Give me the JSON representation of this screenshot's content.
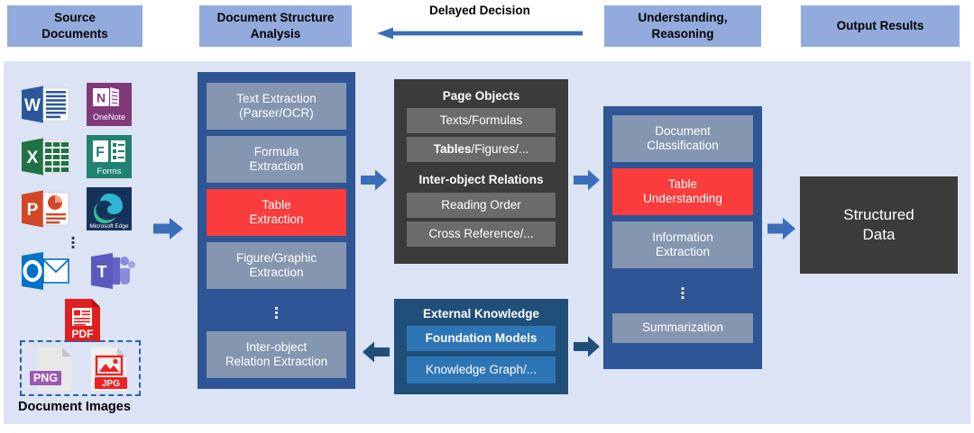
{
  "header": {
    "boxes": [
      {
        "id": "source-documents",
        "label": "Source\nDocuments",
        "line1": "Source",
        "line2": "Documents"
      },
      {
        "id": "document-structure-analysis",
        "line1": "Document Structure",
        "line2": "Analysis"
      },
      {
        "id": "understanding-reasoning",
        "line1": "Understanding,",
        "line2": "Reasoning"
      },
      {
        "id": "output-results",
        "line1": "Output Results",
        "line2": ""
      }
    ],
    "delayed_decision_label": "Delayed Decision"
  },
  "source_documents": {
    "icons": [
      {
        "name": "word-icon",
        "label": ""
      },
      {
        "name": "onenote-icon",
        "label": "OneNote"
      },
      {
        "name": "excel-icon",
        "label": ""
      },
      {
        "name": "forms-icon",
        "label": "Forms"
      },
      {
        "name": "powerpoint-icon",
        "label": ""
      },
      {
        "name": "edge-icon",
        "label": "Microsoft Edge"
      },
      {
        "name": "outlook-icon",
        "label": ""
      },
      {
        "name": "teams-icon",
        "label": ""
      },
      {
        "name": "pdf-icon",
        "label": "PDF"
      },
      {
        "name": "png-file-icon",
        "label": "PNG"
      },
      {
        "name": "jpg-file-icon",
        "label": "JPG"
      }
    ],
    "ellipsis": "⋮",
    "document_images_label": "Document Images"
  },
  "structure_analysis": {
    "items": [
      {
        "line1": "Text Extraction",
        "line2": "(Parser/OCR)",
        "highlight": false
      },
      {
        "line1": "Formula",
        "line2": "Extraction",
        "highlight": false
      },
      {
        "line1": "Table",
        "line2": "Extraction",
        "highlight": true
      },
      {
        "line1": "Figure/Graphic",
        "line2": "Extraction",
        "highlight": false
      },
      {
        "line1": "Inter-object",
        "line2": "Relation Extraction",
        "highlight": false
      }
    ],
    "ellipsis": "⋮"
  },
  "page_objects": {
    "title": "Page Objects",
    "items": [
      {
        "bold_part": "",
        "rest": "Texts/Formulas"
      },
      {
        "bold_part": "Tables",
        "rest": "/Figures/..."
      }
    ],
    "relations_title": "Inter-object  Relations",
    "relations": [
      {
        "label": "Reading Order"
      },
      {
        "label": "Cross Reference/..."
      }
    ]
  },
  "external_knowledge": {
    "title": "External Knowledge",
    "items": [
      {
        "label": "Foundation Models",
        "bold": true
      },
      {
        "label": "Knowledge Graph/...",
        "bold": false
      }
    ]
  },
  "understanding": {
    "items": [
      {
        "line1": "Document",
        "line2": "Classification",
        "highlight": false
      },
      {
        "line1": "Table",
        "line2": "Understanding",
        "highlight": true
      },
      {
        "line1": "Information",
        "line2": "Extraction",
        "highlight": false
      },
      {
        "line1": "Summarization",
        "line2": "",
        "highlight": false
      }
    ],
    "ellipsis": "⋮"
  },
  "output": {
    "line1": "Structured",
    "line2": "Data"
  },
  "colors": {
    "header_box": "#92ABDC",
    "panel_bg": "#DCE3F4",
    "column_navy": "#2E5596",
    "chip_gray": "#8496B0",
    "highlight_red": "#FA3C3C",
    "dark_panel": "#3B3B3B",
    "dark_chip": "#6B6B6B",
    "knowledge_navy": "#1F4E79",
    "knowledge_chip": "#2E75B6",
    "arrow_blue": "#3B6DB8",
    "arrow_dark_blue": "#1F4E79",
    "dashed_border": "#2B5FA8"
  }
}
